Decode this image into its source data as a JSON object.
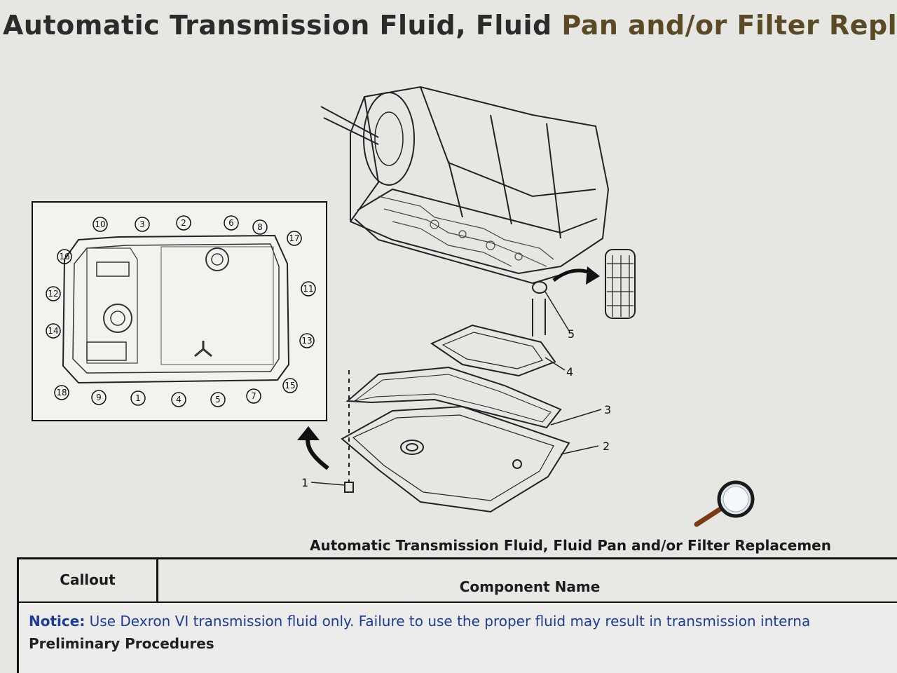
{
  "page": {
    "title_part1": "Automatic Transmission Fluid, Fluid ",
    "title_part2": "Pan and/or Filter Replac"
  },
  "diagram": {
    "inset_bolt_numbers": [
      "10",
      "3",
      "2",
      "6",
      "8",
      "17",
      "16",
      "11",
      "12",
      "14",
      "13",
      "18",
      "9",
      "1",
      "4",
      "5",
      "7",
      "15"
    ],
    "callouts": [
      "1",
      "2",
      "3",
      "4",
      "5"
    ],
    "caption": "Automatic Transmission Fluid, Fluid Pan and/or Filter Replacemen"
  },
  "table": {
    "col_callout": "Callout",
    "col_component": "Component Name"
  },
  "notice": {
    "label": "Notice:",
    "text": " Use Dexron VI transmission fluid only. Failure to use the proper fluid may result in transmission interna",
    "preliminary": "Preliminary Procedures"
  }
}
